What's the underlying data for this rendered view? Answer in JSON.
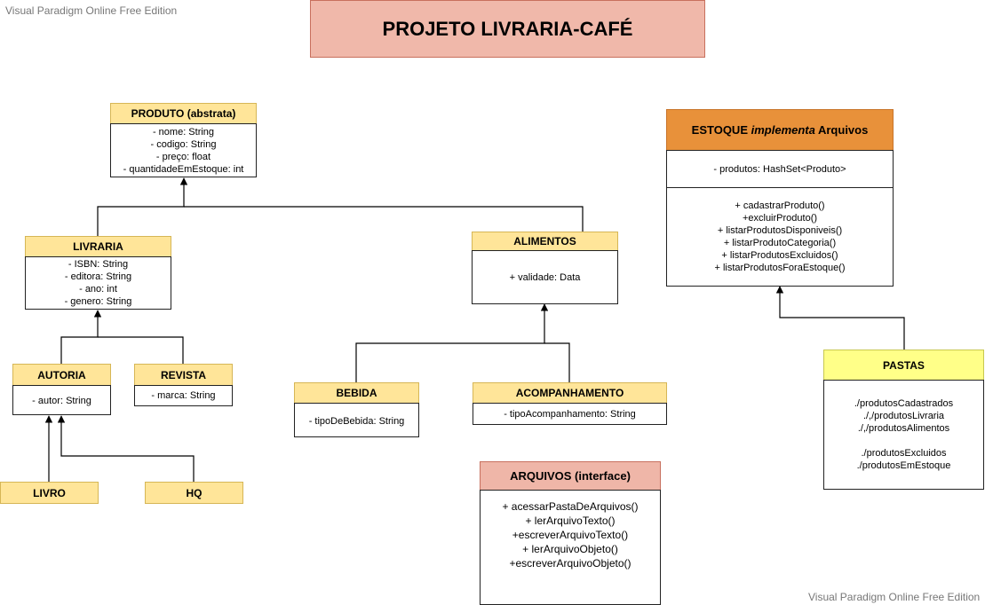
{
  "watermark": {
    "top": "Visual Paradigm Online Free Edition",
    "bottom": "Visual Paradigm Online Free Edition"
  },
  "title": "PROJETO LIVRARIA-CAFÉ",
  "colors": {
    "class_header": "#ffe599",
    "class_header_border": "#d6b656",
    "title_fill": "#f0b8aa",
    "estoque_header": "#e8913a",
    "pastas_header": "#ffff88",
    "arquivos_header": "#efb6a8"
  },
  "classes": {
    "produto": {
      "name": "PRODUTO (abstrata)",
      "attributes": [
        "- nome: String",
        "- codigo: String",
        "- preço: float",
        "- quantidadeEmEstoque: int"
      ]
    },
    "livraria": {
      "name": "LIVRARIA",
      "attributes": [
        "- ISBN: String",
        "- editora: String",
        "- ano: int",
        "- genero: String"
      ]
    },
    "alimentos": {
      "name": "ALIMENTOS",
      "attributes": [
        "+ validade: Data"
      ]
    },
    "autoria": {
      "name": "AUTORIA",
      "attributes": [
        "- autor: String"
      ]
    },
    "revista": {
      "name": "REVISTA",
      "attributes": [
        "- marca: String"
      ]
    },
    "bebida": {
      "name": "BEBIDA",
      "attributes": [
        "- tipoDeBebida: String"
      ]
    },
    "acompanhamento": {
      "name": "ACOMPANHAMENTO",
      "attributes": [
        "- tipoAcompanhamento: String"
      ]
    },
    "livro": {
      "name": "LIVRO"
    },
    "hq": {
      "name": "HQ"
    },
    "estoque": {
      "name_part1": "ESTOQUE ",
      "name_italic": "implementa",
      "name_part2": " Arquivos",
      "attributes": [
        "- produtos: HashSet<Produto>"
      ],
      "methods": [
        "+ cadastrarProduto()",
        "+excluirProduto()",
        "+ listarProdutosDisponiveis()",
        "+ listarProdutoCategoria()",
        "+ listarProdutosExcluidos()",
        "+ listarProdutosForaEstoque()"
      ]
    },
    "pastas": {
      "name": "PASTAS",
      "lines": [
        "./produtosCadastrados",
        "./,/produtosLivraria",
        "./,/produtosAlimentos",
        "",
        "./produtosExcluidos",
        "./produtosEmEstoque"
      ]
    },
    "arquivos": {
      "name": "ARQUIVOS (interface)",
      "methods": [
        "+ acessarPastaDeArquivos()",
        "+ lerArquivoTexto()",
        "+escreverArquivoTexto()",
        "+ lerArquivoObjeto()",
        "+escreverArquivoObjeto()"
      ]
    }
  }
}
